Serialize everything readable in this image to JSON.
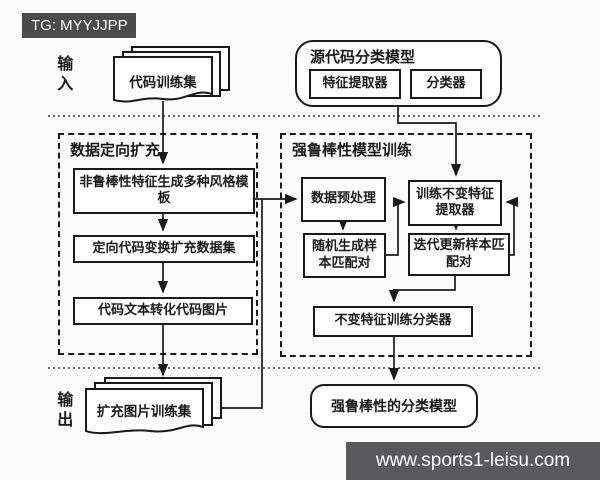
{
  "watermarks": {
    "top": "TG: MYYJJPP",
    "bottom": "www.sports1-leisu.com"
  },
  "colors": {
    "top_badge_bg": "#4b4b4b",
    "bottom_badge_bg": "#59595b",
    "line": "#1a1a1a",
    "page_bg": "#fbfbfb"
  },
  "side_labels": {
    "input": "输入",
    "output": "输出"
  },
  "input_stage": {
    "docs_label": "代码训练集",
    "source_model": {
      "title": "源代码分类模型",
      "feature_extractor": "特征提取器",
      "classifier": "分类器"
    }
  },
  "left_panel": {
    "title": "数据定向扩充",
    "box1": "非鲁棒性特征生成多种风格模板",
    "box2": "定向代码变换扩充数据集",
    "box3": "代码文本转化代码图片"
  },
  "right_panel": {
    "title": "强鲁棒性模型训练",
    "preprocess": "数据预处理",
    "train_extractor": "训练不变特征提取器",
    "random_pairs": "随机生成样本匹配对",
    "iterate_pairs": "迭代更新样本匹配对",
    "train_classifier": "不变特征训练分类器"
  },
  "output_stage": {
    "docs_label": "扩充图片训练集",
    "robust_model": "强鲁棒性的分类模型"
  }
}
